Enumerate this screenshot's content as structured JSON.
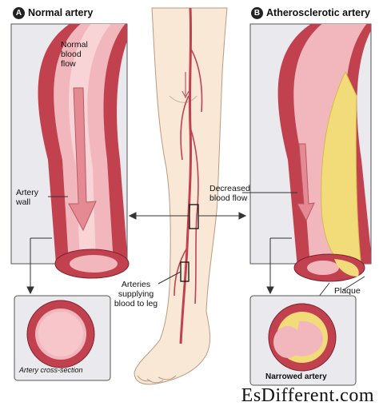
{
  "panel_a": {
    "badge": "A",
    "title": "Normal artery",
    "blood_flow_line1": "Normal",
    "blood_flow_line2": "blood",
    "blood_flow_line3": "flow",
    "wall_line1": "Artery",
    "wall_line2": "wall",
    "cross_section_caption": "Artery cross-section"
  },
  "panel_b": {
    "badge": "B",
    "title": "Atherosclerotic artery",
    "decreased_line1": "Decreased",
    "decreased_line2": "blood flow",
    "plaque": "Plaque",
    "narrowed": "Narrowed artery"
  },
  "center": {
    "arteries_line1": "Arteries",
    "arteries_line2": "supplying",
    "arteries_line3": "blood to leg"
  },
  "watermark": "EsDifferent.com",
  "colors": {
    "artery_red": "#c2414f",
    "lumen_pink": "#f2b7bc",
    "plaque_yellow": "#f2dc7a",
    "skin": "#f9e8d6",
    "panel_bg": "#e9e9ee"
  }
}
